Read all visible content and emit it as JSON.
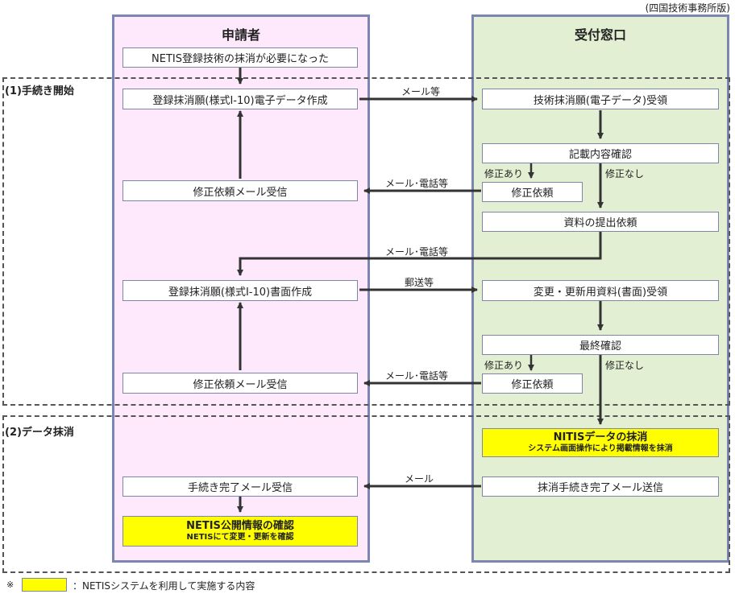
{
  "source_note": "(四国技術事務所版)",
  "lanes": {
    "applicant": "申請者",
    "reception": "受付窓口"
  },
  "sections": {
    "s1": "(1)手続き開始",
    "s2": "(2)データ抹消"
  },
  "applicant_boxes": {
    "need": "NETIS登録技術の抹消が必要になった",
    "create_digital": "登録抹消願(様式Ⅰ-10)電子データ作成",
    "receive_fix1": "修正依頼メール受信",
    "create_paper": "登録抹消願(様式Ⅰ-10)書面作成",
    "receive_fix2": "修正依頼メール受信",
    "receive_done": "手続き完了メール受信",
    "confirm_title": "NETIS公開情報の確認",
    "confirm_sub": "NETISにて変更・更新を確認"
  },
  "reception_boxes": {
    "receive_digital": "技術抹消願(電子データ)受領",
    "check_content": "記載内容確認",
    "fix_request1": "修正依頼",
    "request_docs": "資料の提出依頼",
    "receive_paper": "変更・更新用資料(書面)受領",
    "final_check": "最終確認",
    "fix_request2": "修正依頼",
    "erase_title": "NITISデータの抹消",
    "erase_sub": "システム画面操作により掲載情報を抹消",
    "send_done": "抹消手続き完了メール送信"
  },
  "arrow_labels": {
    "mail_etc": "メール等",
    "fix_yes1": "修正あり",
    "fix_no1": "修正なし",
    "mail_phone1": "メール･電話等",
    "mail_phone2": "メール･電話等",
    "post_etc": "郵送等",
    "fix_yes2": "修正あり",
    "fix_no2": "修正なし",
    "mail_phone3": "メール･電話等",
    "mail": "メール"
  },
  "legend": {
    "mark": "※",
    "text": "：NETISシステムを利用して実施する内容"
  },
  "colors": {
    "applicant_bg": "#fde9fb",
    "reception_bg": "#e3efd3",
    "highlight": "#ffff00",
    "lane_border": "#7b86b5"
  }
}
